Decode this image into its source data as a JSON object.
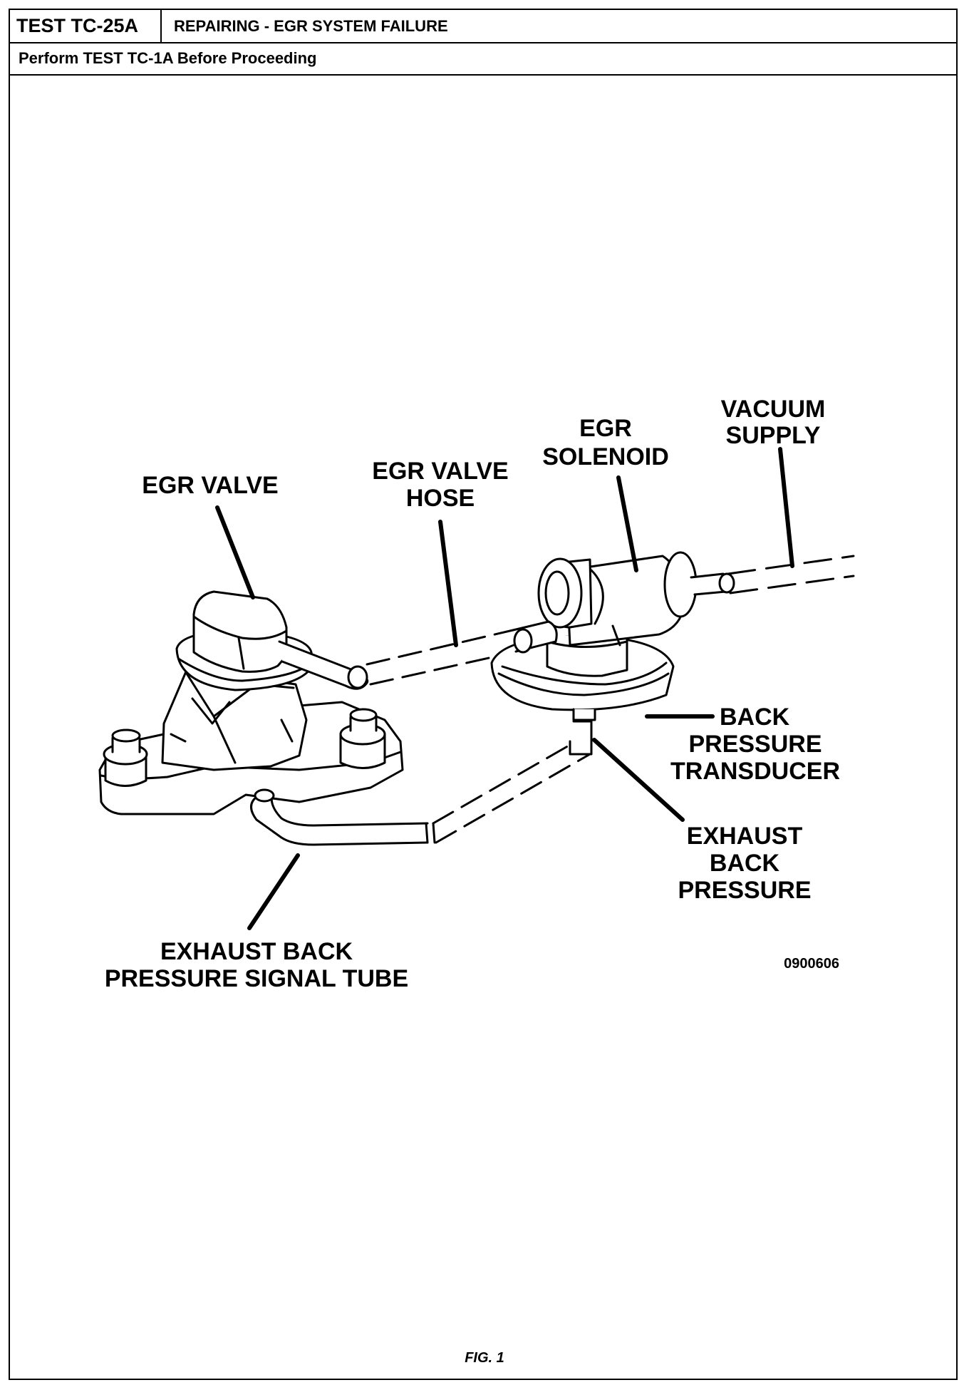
{
  "header": {
    "test_id": "TEST TC-25A",
    "title": "REPAIRING - EGR SYSTEM FAILURE",
    "subheader": "Perform TEST TC-1A Before Proceeding"
  },
  "labels": {
    "egr_valve": "EGR VALVE",
    "egr_valve_hose": [
      "EGR VALVE",
      "HOSE"
    ],
    "egr_solenoid": [
      "EGR",
      "SOLENOID"
    ],
    "vacuum_supply": [
      "VACUUM",
      "SUPPLY"
    ],
    "back_pressure_transducer": [
      "BACK",
      "PRESSURE",
      "TRANSDUCER"
    ],
    "exhaust_back_pressure": [
      "EXHAUST",
      "BACK",
      "PRESSURE"
    ],
    "signal_tube": [
      "EXHAUST BACK",
      "PRESSURE SIGNAL TUBE"
    ]
  },
  "figure_code": "0900606",
  "caption": "FIG. 1"
}
